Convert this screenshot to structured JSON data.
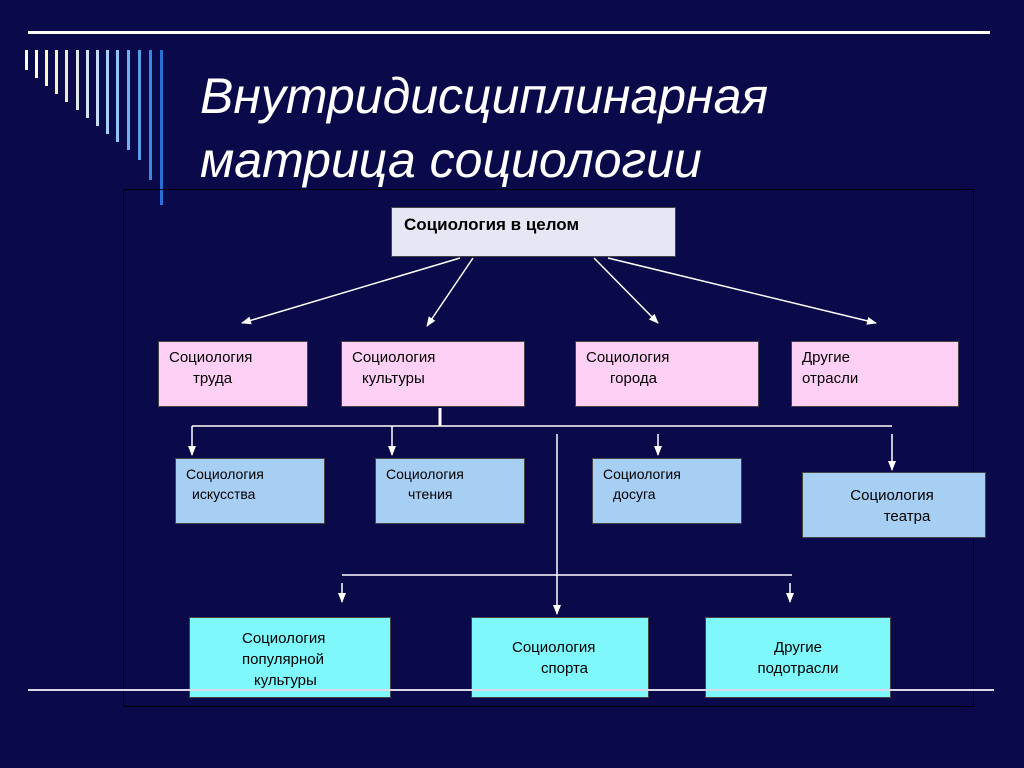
{
  "slide": {
    "title_line1": "Внутридисциплинарная",
    "title_line2": "матрица социологии"
  },
  "colors": {
    "background": "#0a0a4a",
    "root_box": "#e6e6f5",
    "level1_box": "#ffd0f6",
    "level2_box": "#a7cef3",
    "level3_box": "#7ff8fb",
    "connector": "#ffffff"
  },
  "diagram": {
    "root": {
      "text": "Социология в целом"
    },
    "level1": [
      {
        "line1": "Социология",
        "line2": "труда"
      },
      {
        "line1": "Социология",
        "line2": "культуры"
      },
      {
        "line1": "Социология",
        "line2": "города"
      },
      {
        "line1": "Другие",
        "line2": "отрасли"
      }
    ],
    "level2": [
      {
        "line1": "Социология",
        "line2": "искусства"
      },
      {
        "line1": "Социология",
        "line2": "чтения"
      },
      {
        "line1": "Социология",
        "line2": "досуга"
      },
      {
        "line1": "Социология",
        "line2": "театра"
      }
    ],
    "level3": [
      {
        "line1": "Социология",
        "line2": "популярной",
        "line3": "культуры"
      },
      {
        "line1": "Социология",
        "line2": "спорта"
      },
      {
        "line1": "Другие",
        "line2": "подотрасли"
      }
    ]
  }
}
